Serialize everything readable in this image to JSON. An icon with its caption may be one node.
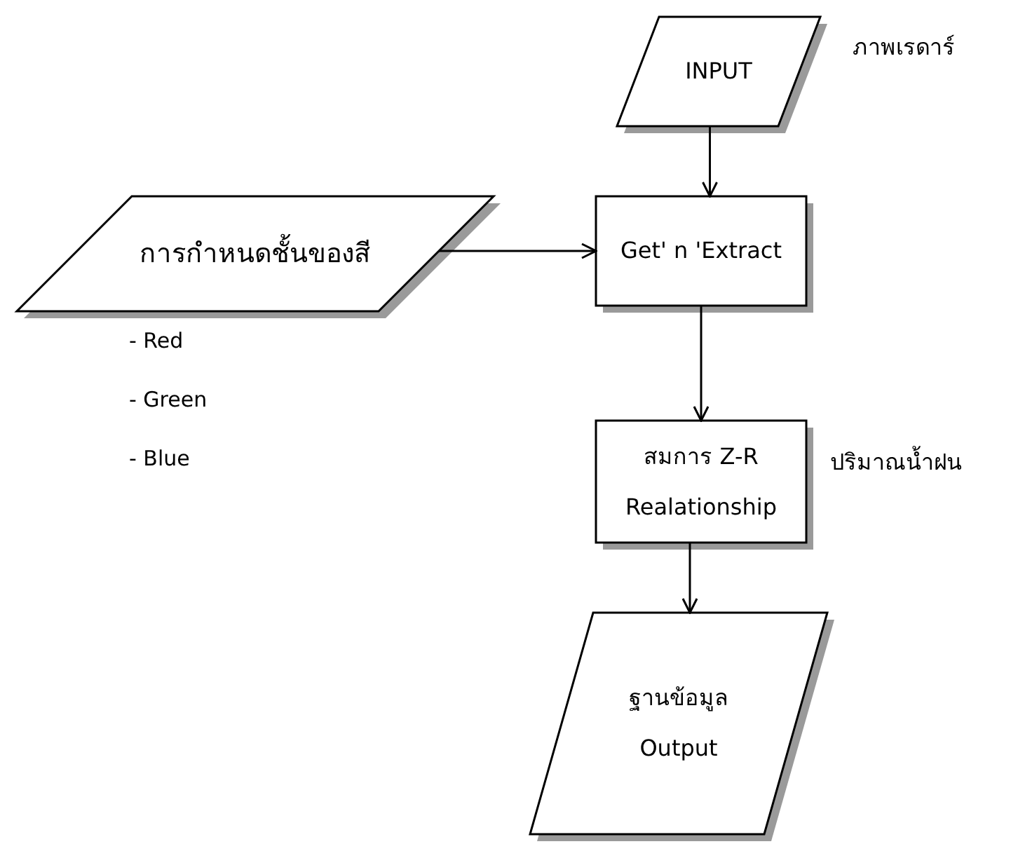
{
  "diagram": {
    "nodes": [
      {
        "text": [
          "INPUT"
        ],
        "beside": [
          "ภาพเรดาร์"
        ]
      },
      {
        "text": [
          "การกำหนดชั้นของสี"
        ]
      },
      {
        "text": [
          "Get' n 'Extract"
        ]
      },
      {
        "text": [
          "สมการ Z-R",
          "Realationship"
        ],
        "beside": [
          "ปริมาณน้ำฝน"
        ]
      },
      {
        "text": [
          "ฐานข้อมูล",
          "Output"
        ]
      }
    ],
    "edges": [
      {
        "from": 0,
        "to": 2,
        "arrow": "to"
      },
      {
        "from": 1,
        "to": 2,
        "arrow": "to"
      },
      {
        "from": 2,
        "to": 3,
        "arrow": "to"
      },
      {
        "from": 3,
        "to": 4,
        "arrow": "to"
      }
    ],
    "labels": [
      "- Red",
      "- Green",
      "- Blue"
    ]
  }
}
